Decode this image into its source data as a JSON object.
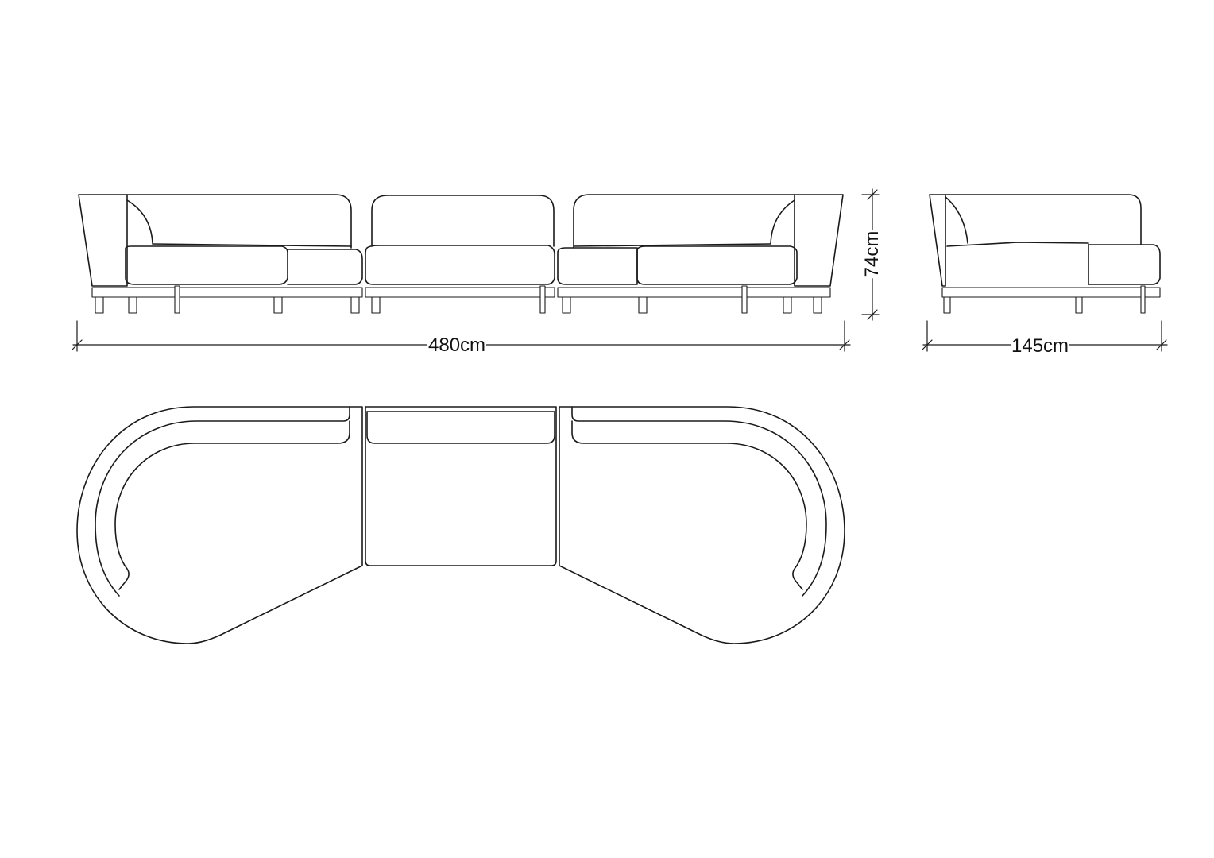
{
  "dimensions": {
    "length": "480cm",
    "depth": "145cm",
    "height": "74cm"
  },
  "colors": {
    "line": "#1a1a1a",
    "background": "#ffffff"
  }
}
